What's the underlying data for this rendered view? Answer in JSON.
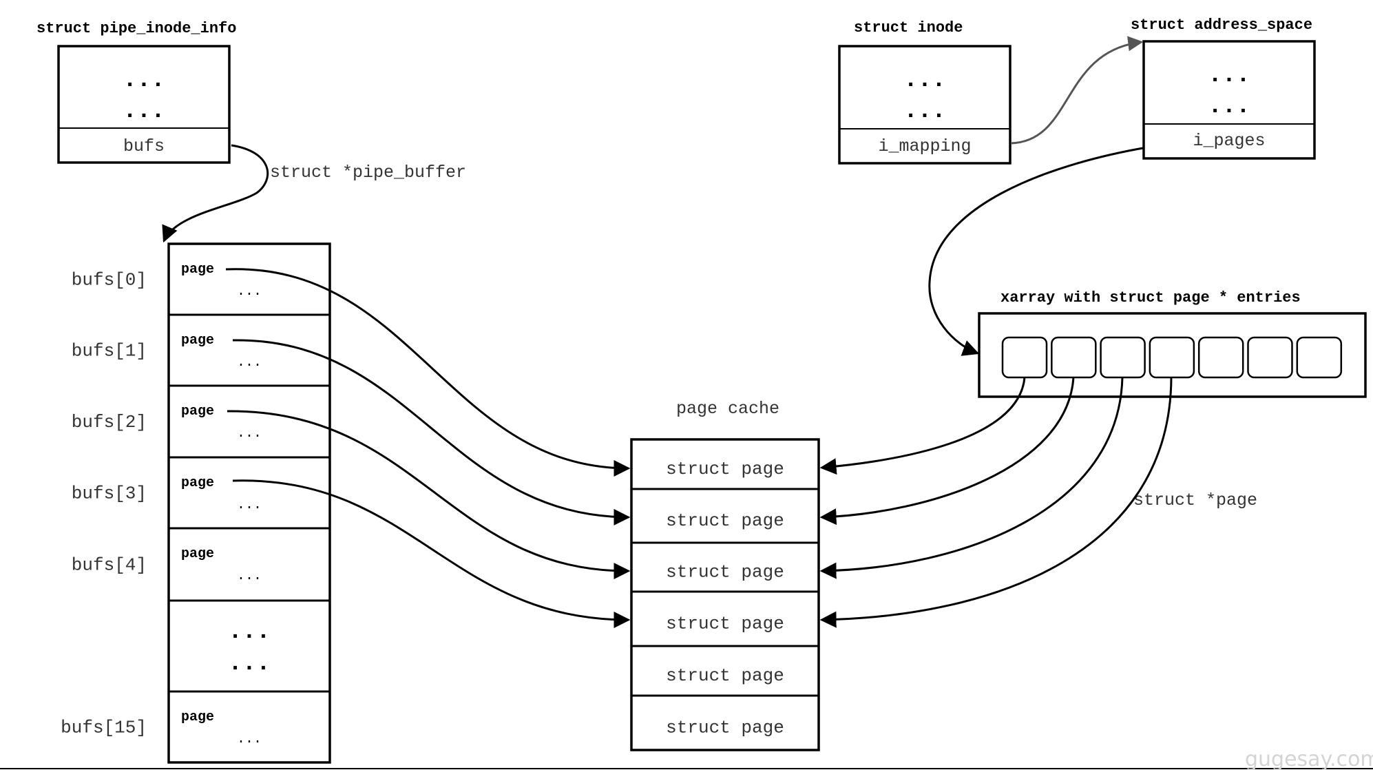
{
  "pipe_inode_info": {
    "title": "struct pipe_inode_info",
    "dots": [
      "...",
      "..."
    ],
    "field": "bufs"
  },
  "pipe_buffer_label": "struct *pipe_buffer",
  "inode": {
    "title": "struct inode",
    "dots": [
      "...",
      "..."
    ],
    "field": "i_mapping"
  },
  "address_space": {
    "title": "struct address_space",
    "dots": [
      "...",
      "..."
    ],
    "field": "i_pages"
  },
  "xarray": {
    "title": "xarray with struct page * entries",
    "slot_count": 7
  },
  "bufs": [
    {
      "label": "bufs[0]",
      "field": "page",
      "more": "..."
    },
    {
      "label": "bufs[1]",
      "field": "page",
      "more": "..."
    },
    {
      "label": "bufs[2]",
      "field": "page",
      "more": "..."
    },
    {
      "label": "bufs[3]",
      "field": "page",
      "more": "..."
    },
    {
      "label": "bufs[4]",
      "field": "page",
      "more": "..."
    },
    {
      "label": "",
      "dots": [
        "...",
        "..."
      ]
    },
    {
      "label": "bufs[15]",
      "field": "page",
      "more": "..."
    }
  ],
  "page_cache": {
    "title": "page cache",
    "entries": [
      "struct page",
      "struct page",
      "struct page",
      "struct page",
      "struct page",
      "struct page"
    ]
  },
  "struct_page_ptr_label": "struct *page",
  "watermark": "gugesay.com"
}
